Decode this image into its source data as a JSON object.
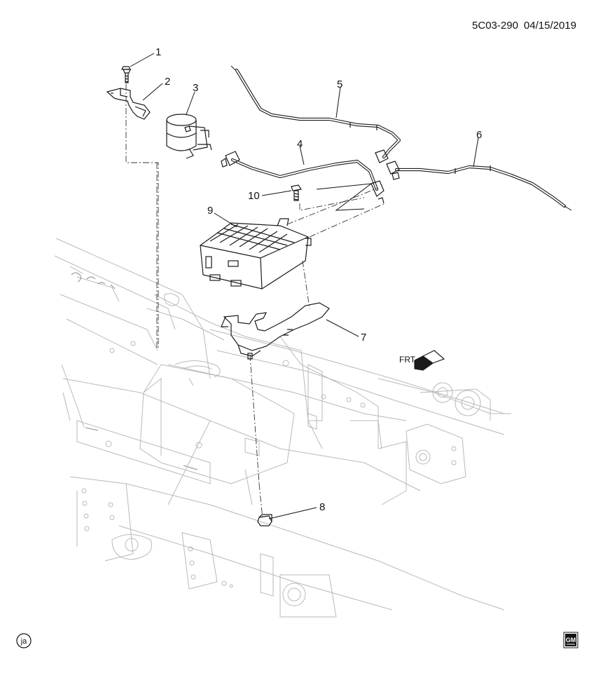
{
  "header": {
    "diagram_code": "5C03-290",
    "date": "04/15/2019"
  },
  "callouts": [
    {
      "id": "1",
      "part": "bolt"
    },
    {
      "id": "2",
      "part": "bracket"
    },
    {
      "id": "3",
      "part": "filter"
    },
    {
      "id": "4",
      "part": "hose"
    },
    {
      "id": "5",
      "part": "pipe"
    },
    {
      "id": "6",
      "part": "pipe"
    },
    {
      "id": "7",
      "part": "bracket"
    },
    {
      "id": "8",
      "part": "nut"
    },
    {
      "id": "9",
      "part": "canister"
    },
    {
      "id": "10",
      "part": "bolt"
    }
  ],
  "direction_label": "FRT",
  "footer": {
    "badge": "ja",
    "logo_text": "GM"
  },
  "colors": {
    "line": "#1a1a1a",
    "frame": "#b9b9b9",
    "background": "#ffffff"
  }
}
